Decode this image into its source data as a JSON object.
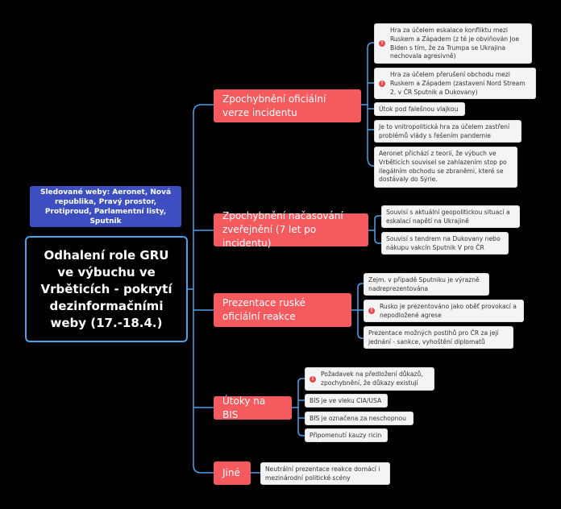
{
  "colors": {
    "background": "#000000",
    "branch": "#f45a5e",
    "connector": "#4aa3e8",
    "note": "#3d4fc0",
    "leaf": "#f4f4f4",
    "pin": "#e84a4e"
  },
  "root": {
    "title": "Odhalení role GRU ve výbuchu ve Vrběticích - pokrytí dezinformačními weby (17.-18.4.)"
  },
  "note": {
    "text": "Sledované weby: Aeronet, Nová republika, Pravý prostor, Protiproud, Parlamentní listy, Sputnik"
  },
  "branches": [
    {
      "label": "Zpochybnění oficiální verze incidentu",
      "leaves": [
        {
          "text": "Hra za účelem eskalace konfliktu mezi Ruskem a Západem (z té je obviňován Joe Biden s tím, že za Trumpa se Ukrajina nechovala agresivně)",
          "icon": "flag-icon"
        },
        {
          "text": "Hra za účelem přerušení obchodu mezi Ruskem a Západem (zastavení Nord Stream 2, v ČR Sputnik a Dukovany)",
          "icon": "flag-icon"
        },
        {
          "text": "Útok pod falešnou vlajkou"
        },
        {
          "text": "Je to vnitropolitická hra za účelem zastření problémů vlády s řešením pandemie"
        },
        {
          "text": "Aeronet přichází z teorií, že výbuch ve Vrběticích souvisel se zahlazením stop po ilegálním obchodu se zbraněmi, které se dostávaly do Sýrie."
        }
      ]
    },
    {
      "label": "Zpochybnění načasování zveřejnění (7 let po incidentu)",
      "leaves": [
        {
          "text": "Souvisí s aktuální geopolitickou situací a eskalací napětí na Ukrajině"
        },
        {
          "text": "Souvisí s tendrem na Dukovany nebo nákupu vakcín Sputnik V pro ČR"
        }
      ]
    },
    {
      "label": "Prezentace ruské oficiální reakce",
      "leaves": [
        {
          "text": "Zejm. v případě Sputniku je výrazně nadreprezentována"
        },
        {
          "text": "Rusko je prezentováno jako oběť provokací a nepodložené agrese",
          "icon": "flag-icon"
        },
        {
          "text": "Prezentace možných postihů pro ČR za její jednání - sankce, vyhoštění diplomatů"
        }
      ]
    },
    {
      "label": "Útoky na BIS",
      "leaves": [
        {
          "text": "Požadavek na předložení důkazů, zpochybnění, že důkazy existují",
          "icon": "flag-icon"
        },
        {
          "text": "BIS je ve vleku CIA/USA"
        },
        {
          "text": "BIS je označena za neschopnou"
        },
        {
          "text": "Připomenutí kauzy ricin"
        }
      ]
    },
    {
      "label": "Jiné",
      "leaves": [
        {
          "text": "Neutrální prezentace reakce domácí i mezinárodní politické scény"
        }
      ]
    }
  ]
}
